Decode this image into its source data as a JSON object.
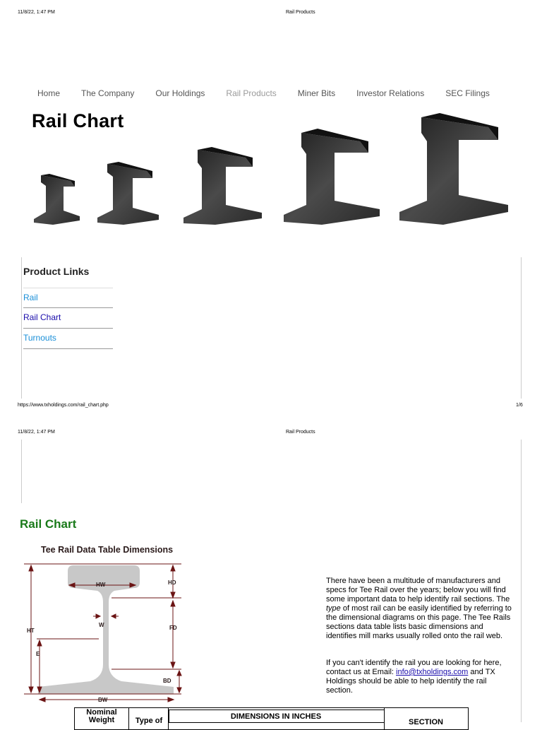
{
  "print": {
    "datetime": "11/8/22, 1:47 PM",
    "page_title": "Rail Products",
    "url": "https://www.txholdings.com/rail_chart.php",
    "page_num": "1/6"
  },
  "nav": {
    "items": [
      "Home",
      "The Company",
      "Our Holdings",
      "Rail Products",
      "Miner Bits",
      "Investor Relations",
      "SEC Filings"
    ],
    "active": "Rail Products"
  },
  "hero": {
    "title": "Rail Chart"
  },
  "product_links": {
    "title": "Product Links",
    "items": [
      {
        "label": "Rail",
        "color": "#1a8fd8"
      },
      {
        "label": "Rail Chart",
        "color": "#1a0dab"
      },
      {
        "label": "Turnouts",
        "color": "#1a8fd8"
      }
    ]
  },
  "content": {
    "title": "Rail Chart",
    "diagram_title": "Tee Rail Data Table Dimensions",
    "diagram_labels": {
      "hw": "HW",
      "hd": "HD",
      "w": "W",
      "ht": "HT",
      "fd": "FD",
      "e": "E",
      "bd": "BD",
      "bw": "BW"
    },
    "para1_a": "There have been a multitude of manufacturers and specs for Tee Rail over the years; below you will find some important data to help identify rail sections. The ",
    "para1_em": "type",
    "para1_b": " of most rail can be easily identified by referring to the dimensional diagrams on this page. The Tee Rails sections data table lists basic dimensions and identifies mill marks usually rolled onto the rail web.",
    "para2_a": "If you can't identify the rail you are looking for here, contact us at Email: ",
    "para2_email": "info@txholdings.com",
    "para2_b": " and TX Holdings should be able to help identify the rail section."
  },
  "table": {
    "col_nominal": "Nominal Weight",
    "col_type": "Type of",
    "col_dims": "DIMENSIONS IN INCHES",
    "col_section": "SECTION"
  },
  "colors": {
    "link_blue": "#1a8fd8",
    "visited": "#1a0dab",
    "green_title": "#1a7a1a",
    "diagram_fill": "#c8c8c8",
    "diagram_line": "#6b1414"
  }
}
